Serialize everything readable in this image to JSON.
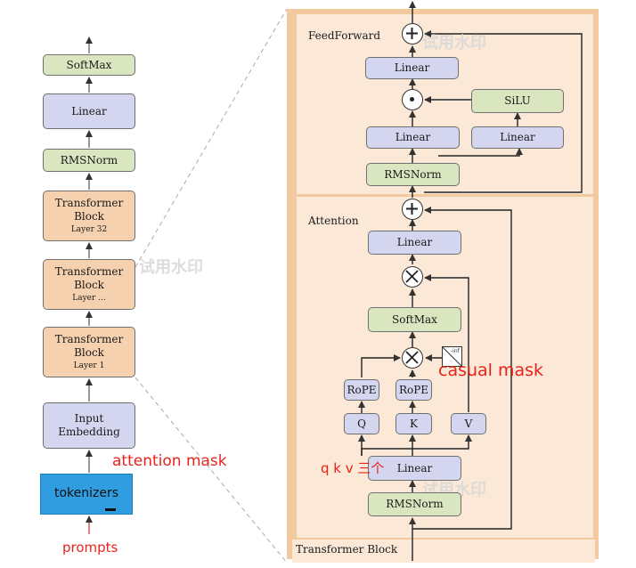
{
  "left_stack": {
    "softmax": "SoftMax",
    "linear": "Linear",
    "rmsnorm": "RMSNorm",
    "blocks": [
      {
        "title": "Transformer Block",
        "layer": "Layer 32"
      },
      {
        "title": "Transformer Block",
        "layer": "Layer ..."
      },
      {
        "title": "Transformer Block",
        "layer": "Layer 1"
      }
    ],
    "embedding": "Input Embedding",
    "tokenizers": "tokenizers",
    "prompts_annotation": "prompts",
    "attention_mask_annotation": "attention mask"
  },
  "transformer_block": {
    "title": "Transformer Block",
    "feedforward": {
      "title": "FeedForward",
      "linear_out": "Linear",
      "linear_left": "Linear",
      "linear_right": "Linear",
      "silu": "SiLU",
      "rmsnorm": "RMSNorm"
    },
    "attention": {
      "title": "Attention",
      "linear_out": "Linear",
      "softmax": "SoftMax",
      "rope_q": "RoPE",
      "rope_k": "RoPE",
      "q": "Q",
      "k": "K",
      "v": "V",
      "linear_in": "Linear",
      "rmsnorm": "RMSNorm",
      "mask_icon_text": "-inf",
      "casual_mask_annotation": "casual mask",
      "qkv_annotation": "q k v 三个"
    }
  },
  "watermark": "试用水印",
  "colors": {
    "rmsnorm_fill": "#d9e6bf",
    "linear_fill": "#d4d6ef",
    "block_fill": "#f6d1af",
    "panel_fill": "#fbe8d6",
    "panel_border": "#f3c9a0",
    "tokenizer_fill": "#2f9de0",
    "annotation_red": "#e8231c"
  }
}
